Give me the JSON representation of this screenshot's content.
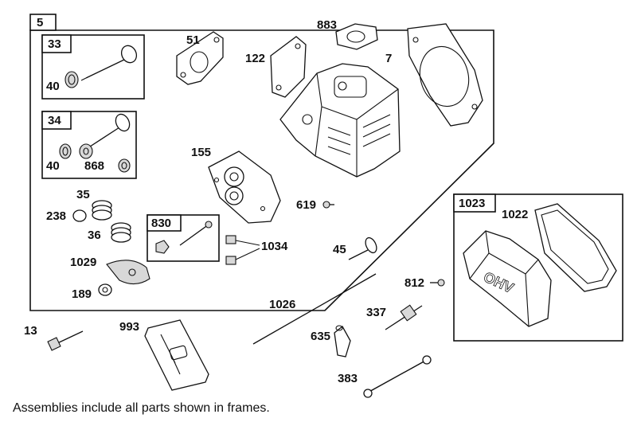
{
  "frames": {
    "main": "5",
    "valve_intake": "33",
    "valve_exhaust": "34",
    "bolt_kit": "830",
    "cover_kit": "1023"
  },
  "labels": {
    "p51": "51",
    "p883": "883",
    "p122": "122",
    "p7": "7",
    "p40a": "40",
    "p40b": "40",
    "p868": "868",
    "p155": "155",
    "p35": "35",
    "p238": "238",
    "p36": "36",
    "p619": "619",
    "p1034": "1034",
    "p1029": "1029",
    "p189": "189",
    "p45": "45",
    "p1026": "1026",
    "p812": "812",
    "p337": "337",
    "p1022": "1022",
    "p13": "13",
    "p993": "993",
    "p635": "635",
    "p383": "383"
  },
  "caption": "Assemblies include all parts shown in frames."
}
